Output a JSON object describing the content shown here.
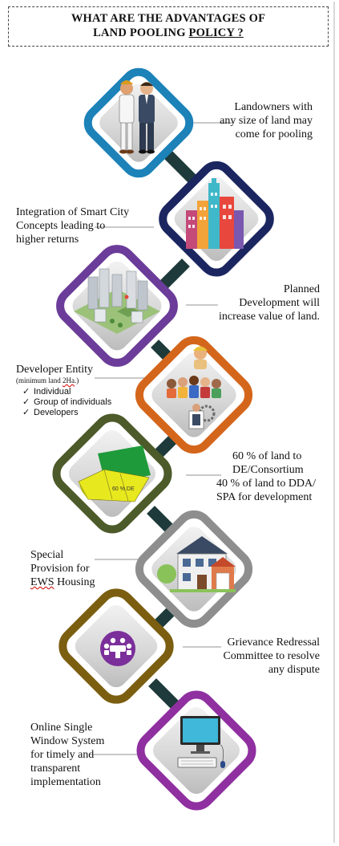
{
  "title": {
    "line1": "WHAT ARE THE ADVANTAGES OF",
    "line2_prefix": "LAND POOLING ",
    "line2_underlined": "POLICY ?"
  },
  "advantages": {
    "landowners": [
      "Landowners with",
      "any size of land may",
      "come for pooling"
    ],
    "smart_city": [
      "Integration of Smart City",
      "Concepts leading to",
      "higher returns"
    ],
    "planned_development": [
      "Planned",
      "Development will",
      "increase value of land."
    ],
    "developer_entity": {
      "heading": "Developer Entity",
      "note_prefix": "(minimum land ",
      "note_value": "2Ha",
      "note_suffix": ".)",
      "items": [
        "Individual",
        "Group of individuals",
        "Developers"
      ]
    },
    "land_share": [
      "60 % of land to",
      "DE/Consortium",
      "40 % of land to DDA/",
      "SPA for development"
    ],
    "ews_housing": {
      "lines": [
        "Special",
        "Provision for"
      ],
      "last_prefix": "EWS",
      "last_suffix": " Housing"
    },
    "grievance": [
      "Grievance Redressal",
      "Committee to resolve",
      "any dispute"
    ],
    "single_window": [
      "Online Single",
      "Window System",
      "for timely and",
      "transparent",
      "implementation"
    ]
  },
  "map_label": "60 % DE",
  "colors": {
    "blue": "#1c82b8",
    "navy": "#1b2660",
    "purple": "#6b3c99",
    "orange": "#d4661c",
    "olive": "#4d5a2a",
    "grey": "#8e8e8e",
    "gold": "#7b5e10",
    "magenta": "#8f2fa0",
    "connector": "#1e3a3a"
  },
  "icons": [
    "landowners-icon",
    "smart-city-icon",
    "planned-city-icon",
    "people-icon",
    "land-map-icon",
    "house-icon",
    "meeting-icon",
    "computer-icon"
  ]
}
